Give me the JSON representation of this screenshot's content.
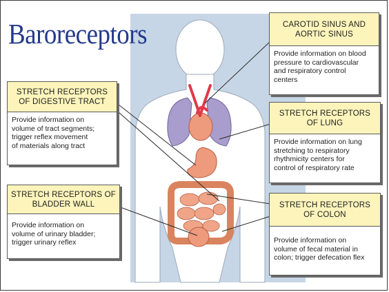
{
  "title": "Baroreceptors",
  "boxes": {
    "carotid": {
      "heading_1": "CAROTID SINUS AND",
      "heading_2": "AORTIC SINUS",
      "body_1": "Provide information on blood",
      "body_2": "pressure to cardiovascular",
      "body_3": "and respiratory control",
      "body_4": "centers"
    },
    "digestive": {
      "heading_1": "STRETCH RECEPTORS",
      "heading_2": "OF DIGESTIVE TRACT",
      "body_1": "Provide information on",
      "body_2": "volume of tract segments;",
      "body_3": "trigger reflex movement",
      "body_4": "of materials along tract"
    },
    "lung": {
      "heading_1": "STRETCH RECEPTORS",
      "heading_2": "OF LUNG",
      "body_1": "Provide information on lung",
      "body_2": "stretching to respiratory",
      "body_3": "rhythmicity centers for",
      "body_4": "control of respiratory rate"
    },
    "bladder": {
      "heading_1": "STRETCH RECEPTORS OF",
      "heading_2": "BLADDER WALL",
      "body_1": "Provide information on",
      "body_2": "volume of urinary bladder;",
      "body_3": "trigger urinary reflex"
    },
    "colon": {
      "heading_1": "STRETCH RECEPTORS",
      "heading_2": "OF COLON",
      "body_1": "Provide information on",
      "body_2": "volume of fecal material in",
      "body_3": "colon; trigger defecation flex"
    }
  },
  "colors": {
    "title": "#233a8c",
    "heading_fill": "#fcf4bb",
    "panel": "#c7d6e6",
    "lung": "#a89dcc",
    "organ": "#ee9a7c",
    "vessel": "#e03a48"
  }
}
